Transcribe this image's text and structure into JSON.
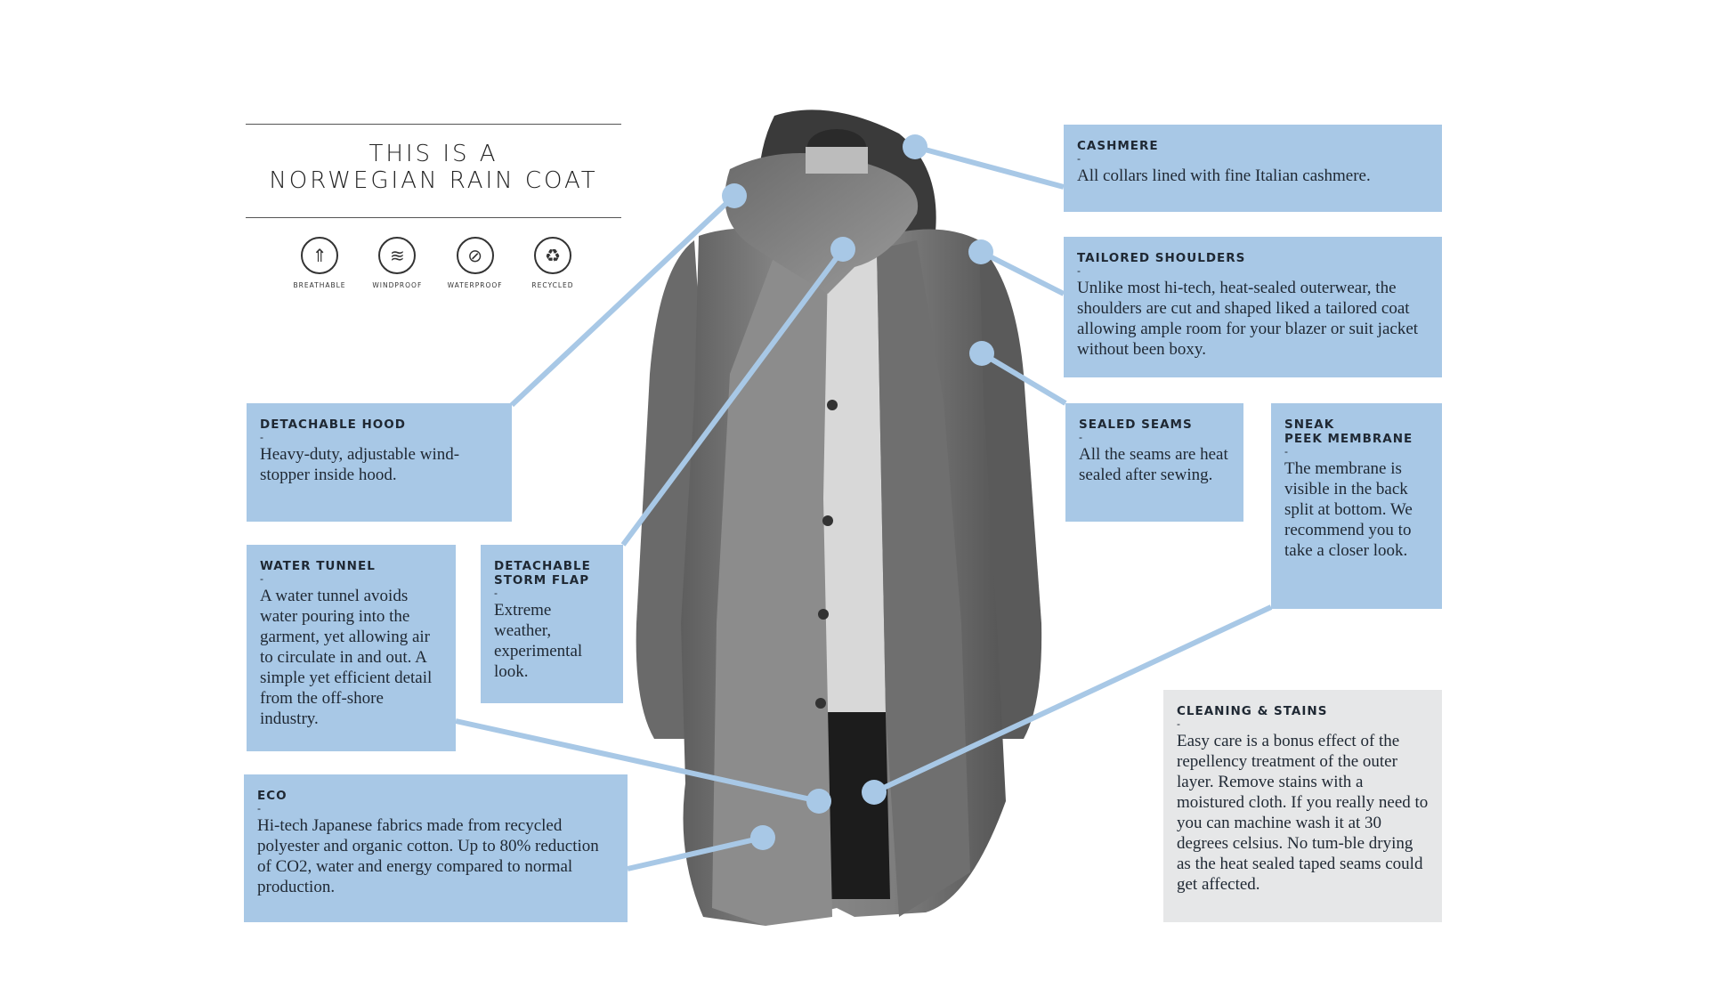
{
  "header": {
    "title_line1": "THIS IS A",
    "title_line2": "NORWEGIAN RAIN COAT"
  },
  "badges": [
    {
      "label": "BREATHABLE",
      "icon": "breathable-icon",
      "glyph": "⇑"
    },
    {
      "label": "WINDPROOF",
      "icon": "windproof-icon",
      "glyph": "≋"
    },
    {
      "label": "WATERPROOF",
      "icon": "waterproof-icon",
      "glyph": "⊘"
    },
    {
      "label": "RECYCLED",
      "icon": "recycled-icon",
      "glyph": "♻"
    }
  ],
  "features": {
    "cashmere": {
      "title": "CASHMERE",
      "text": "All collars lined with fine Italian cashmere."
    },
    "shoulders": {
      "title": "TAILORED SHOULDERS",
      "text": "Unlike most hi-tech, heat-sealed outerwear, the shoulders are cut and shaped liked a tailored coat allowing ample room for your blazer or suit jacket without been boxy."
    },
    "hood": {
      "title": "DETACHABLE HOOD",
      "text": "Heavy-duty, adjustable wind-stopper inside hood."
    },
    "seams": {
      "title": "SEALED SEAMS",
      "text": "All the seams are heat sealed after sewing."
    },
    "membrane": {
      "title_line1": "SNEAK",
      "title_line2": "PEEK MEMBRANE",
      "text": "The membrane is visible in the back split at bottom. We recommend you to take a closer look."
    },
    "tunnel": {
      "title": "WATER TUNNEL",
      "text": "A water tunnel avoids water pouring into the garment, yet allowing air to circulate in and out. A simple yet efficient detail from the off-shore industry."
    },
    "flap": {
      "title_line1": "DETACHABLE",
      "title_line2": "STORM FLAP",
      "text": "Extreme weather, experimental look."
    },
    "eco": {
      "title": "ECO",
      "text": "Hi-tech Japanese fabrics made from recycled polyester and organic cotton. Up to 80% reduction of CO2, water and energy compared to normal production."
    },
    "cleaning": {
      "title": "CLEANING & STAINS",
      "text": "Easy care is a bonus effect of the repellency treatment of the outer layer. Remove stains with a moistured cloth. If you really need to you can machine wash it at 30 degrees celsius. No tum-ble drying as the heat sealed taped seams could get affected."
    }
  },
  "colors": {
    "box_blue": "#a8c8e6",
    "box_grey": "#e6e7e8",
    "connector": "#a8c8e6",
    "coat_grey": "#7a7a7a"
  },
  "dash": "-"
}
